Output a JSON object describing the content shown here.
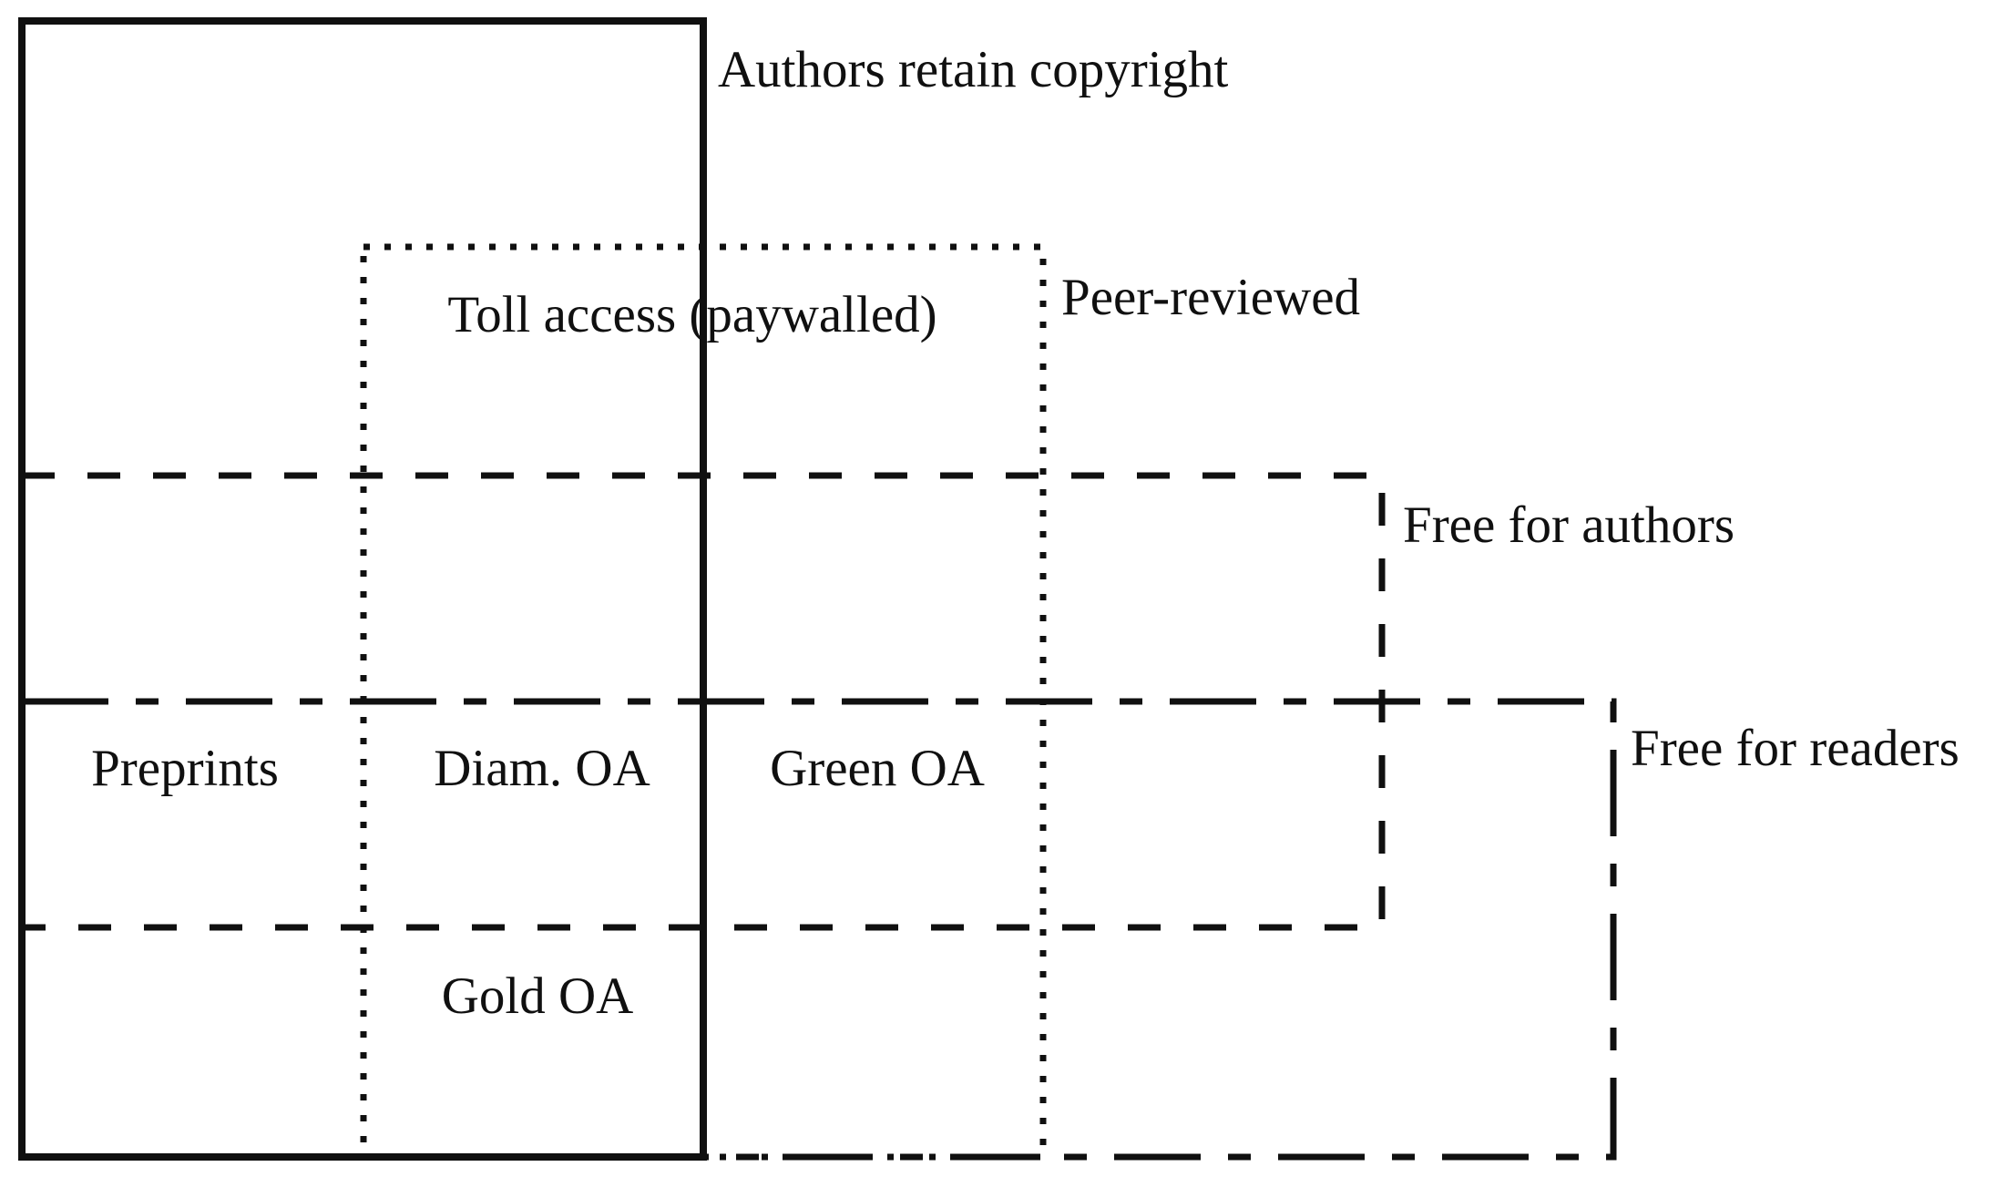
{
  "diagram": {
    "background_color": "#ffffff",
    "line_color": "#101010",
    "sets": [
      {
        "label": "Authors retain copyright",
        "border_style": "solid"
      },
      {
        "label": "Peer-reviewed",
        "border_style": "dotted"
      },
      {
        "label": "Free for authors",
        "border_style": "dashed"
      },
      {
        "label": "Free for readers",
        "border_style": "dash-dot"
      }
    ],
    "regions": [
      {
        "label": "Toll access (paywalled)"
      },
      {
        "label": "Preprints"
      },
      {
        "label": "Diam. OA"
      },
      {
        "label": "Green OA"
      },
      {
        "label": "Gold OA"
      }
    ]
  }
}
